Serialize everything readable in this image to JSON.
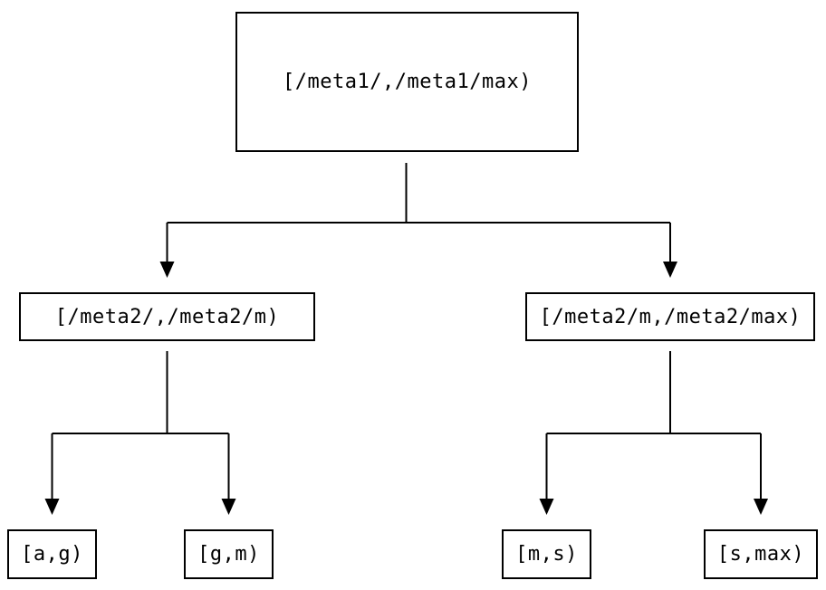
{
  "diagram": {
    "type": "tree",
    "nodes": {
      "root": {
        "label": "[/meta1/,/meta1/max)"
      },
      "left": {
        "label": "[/meta2/,/meta2/m)"
      },
      "right": {
        "label": "[/meta2/m,/meta2/max)"
      },
      "leaf_ag": {
        "label": "[a,g)"
      },
      "leaf_gm": {
        "label": "[g,m)"
      },
      "leaf_ms": {
        "label": "[m,s)"
      },
      "leaf_smax": {
        "label": "[s,max)"
      }
    },
    "edges": [
      {
        "from": "root",
        "to": "left"
      },
      {
        "from": "root",
        "to": "right"
      },
      {
        "from": "left",
        "to": "leaf_ag"
      },
      {
        "from": "left",
        "to": "leaf_gm"
      },
      {
        "from": "right",
        "to": "leaf_ms"
      },
      {
        "from": "right",
        "to": "leaf_smax"
      }
    ],
    "colors": {
      "background": "#ffffff",
      "line": "#000000",
      "box_border": "#000000",
      "text": "#000000"
    }
  }
}
